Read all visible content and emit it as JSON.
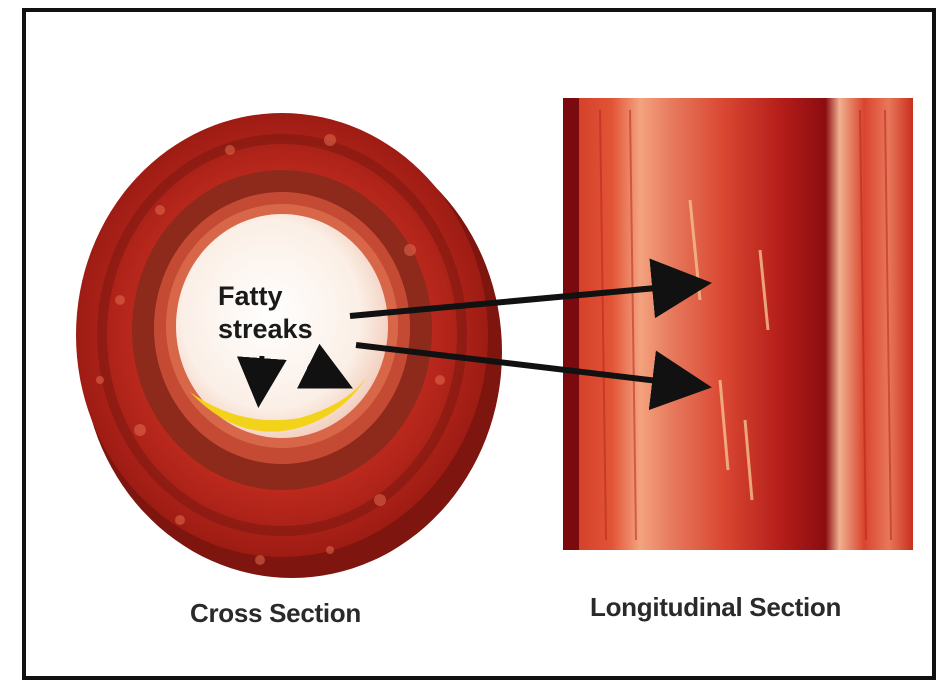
{
  "labels": {
    "fatty_line1": "Fatty",
    "fatty_line2": "streaks",
    "cross_section": "Cross Section",
    "longitudinal_section": "Longitudinal Section"
  },
  "colors": {
    "outer_wall": "#c2261c",
    "wall_dark": "#8f1a12",
    "lumen": "#fbf1ea",
    "fatty_deposit": "#f3d21a",
    "arrow": "#111111",
    "border": "#111111"
  }
}
